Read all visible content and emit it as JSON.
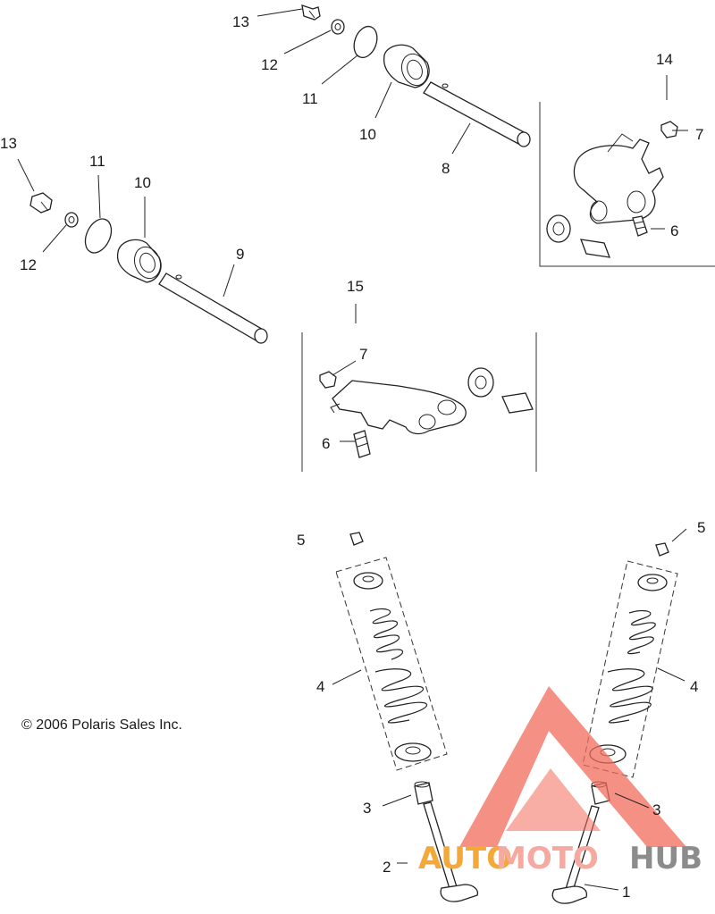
{
  "copyright": "© 2006 Polaris Sales Inc.",
  "watermark": {
    "part_a": "AUTO",
    "part_b": "MOTO",
    "part_c": "HUB",
    "colors": {
      "triangle": "#f26b5b",
      "auto": "#f2a93a",
      "moto": "#f5a9a0",
      "hub": "#8c8c8c"
    }
  },
  "callouts": {
    "n1": "1",
    "n2": "2",
    "n3a": "3",
    "n3b": "3",
    "n4a": "4",
    "n4b": "4",
    "n5a": "5",
    "n5b": "5",
    "n6a": "6",
    "n6b": "6",
    "n7a": "7",
    "n7b": "7",
    "n8": "8",
    "n9": "9",
    "n10a": "10",
    "n10b": "10",
    "n11a": "11",
    "n11b": "11",
    "n12a": "12",
    "n12b": "12",
    "n13a": "13",
    "n13b": "13",
    "n14": "14",
    "n15": "15"
  }
}
